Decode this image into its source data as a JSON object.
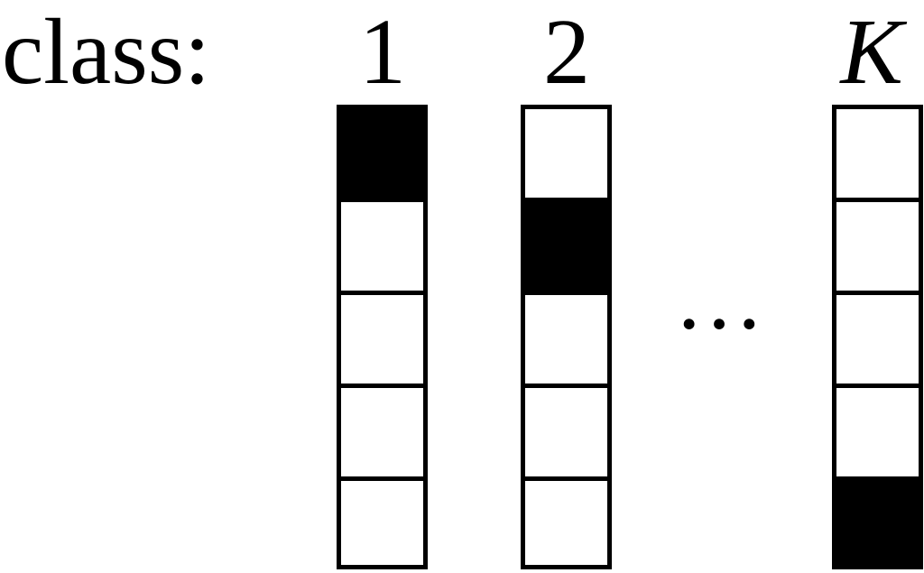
{
  "label": "class:",
  "columns": [
    {
      "header": "1",
      "italic": false,
      "cells": [
        1,
        0,
        0,
        0,
        0
      ]
    },
    {
      "header": "2",
      "italic": false,
      "cells": [
        0,
        1,
        0,
        0,
        0
      ]
    },
    {
      "header": "K",
      "italic": true,
      "cells": [
        0,
        0,
        0,
        0,
        1
      ]
    }
  ],
  "ellipsis": "···",
  "colors": {
    "filled": "#000000",
    "empty": "#ffffff",
    "stroke": "#000000"
  }
}
